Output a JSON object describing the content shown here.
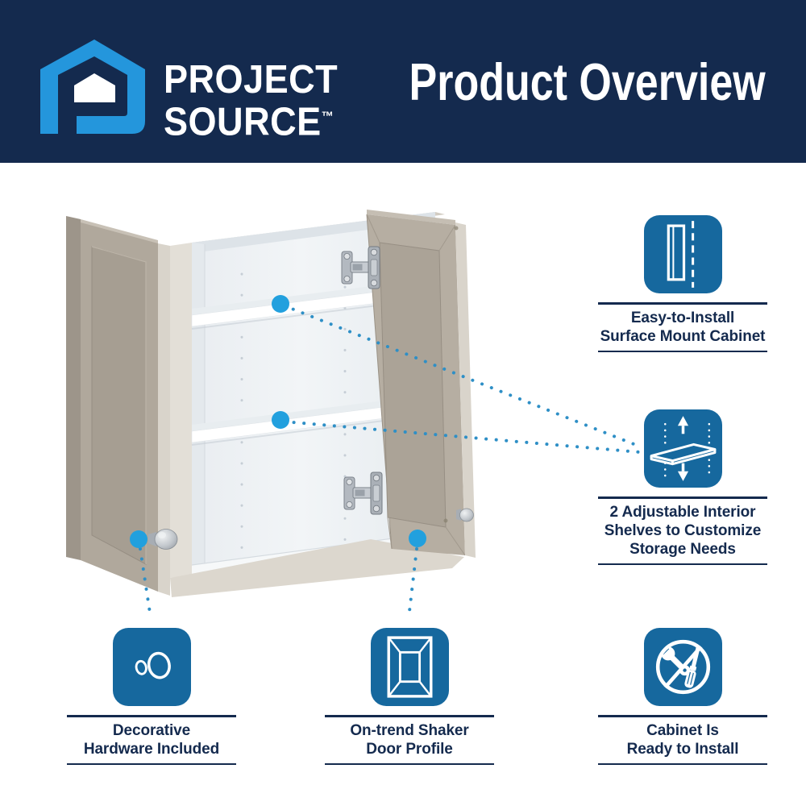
{
  "header": {
    "brand_line1": "PROJECT",
    "brand_line2": "SOURCE",
    "brand_trademark": "™",
    "title": "Product Overview"
  },
  "palette": {
    "header_navy": "#142a4e",
    "logo_blue": "#2496dc",
    "feature_tile_blue": "#16689e",
    "callout_dot_blue": "#22a0de",
    "connector_dot_blue": "#2e8fc6",
    "caption_navy": "#142a4e",
    "cabinet_greige": "#b5ada1",
    "cabinet_interior": "#eef1f5"
  },
  "features": [
    {
      "name": "surface-mount",
      "icon": "surface-mount-cabinet-icon",
      "lines": [
        "Easy-to-Install",
        "Surface Mount Cabinet"
      ]
    },
    {
      "name": "adjustable-shelves",
      "icon": "adjustable-shelf-icon",
      "lines": [
        "2 Adjustable Interior",
        "Shelves to Customize",
        "Storage Needs"
      ]
    },
    {
      "name": "ready-to-install",
      "icon": "no-tools-needed-icon",
      "lines": [
        "Cabinet Is",
        "Ready to Install"
      ]
    },
    {
      "name": "decorative-hardware",
      "icon": "door-knob-icon",
      "lines": [
        "Decorative",
        "Hardware Included"
      ]
    },
    {
      "name": "shaker-door",
      "icon": "shaker-door-profile-icon",
      "lines": [
        "On-trend Shaker",
        "Door Profile"
      ]
    }
  ]
}
